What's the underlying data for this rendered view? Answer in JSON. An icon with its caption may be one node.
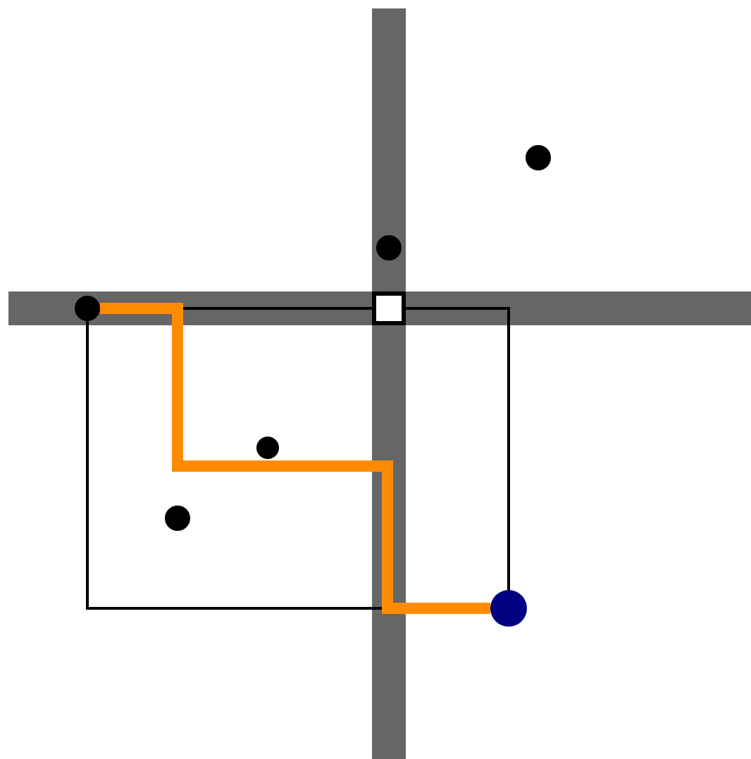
{
  "diagram": {
    "nodes": [
      {
        "text": [],
        "shape": "circle"
      },
      {
        "text": [],
        "shape": "circle"
      },
      {
        "text": [],
        "shape": "circle"
      },
      {
        "text": [],
        "shape": "circle"
      },
      {
        "text": [],
        "shape": "box"
      },
      {
        "text": [],
        "shape": "circle"
      },
      {
        "text": [],
        "shape": "circle"
      }
    ],
    "edges": [
      {
        "from": 0,
        "to": 5,
        "arrow": "none",
        "color": "#ff8c00"
      }
    ]
  }
}
